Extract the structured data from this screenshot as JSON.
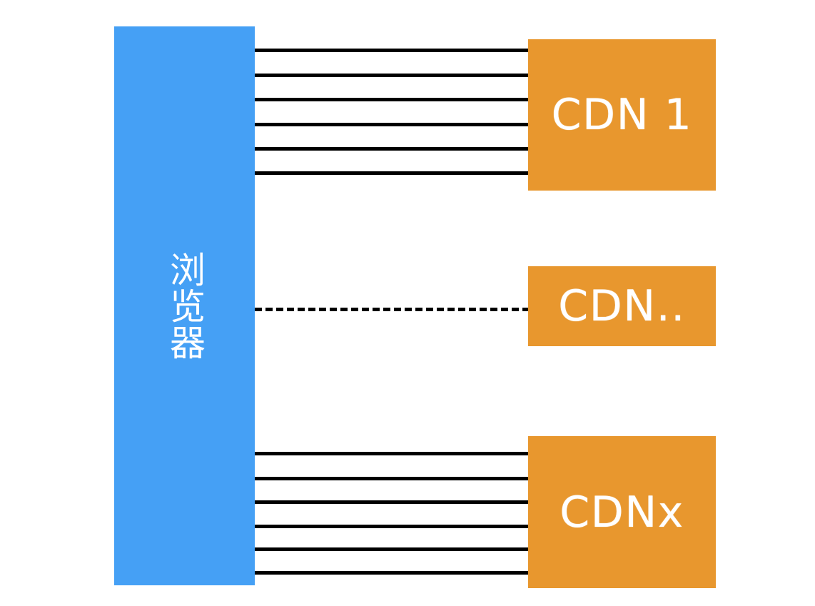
{
  "diagram": {
    "title": "Browser to multiple CDN connections",
    "background_color": "#ffffff",
    "browser": {
      "label": "浏览器",
      "color": "#45a0f5",
      "text_color": "#ffffff"
    },
    "cdn_nodes": [
      {
        "label": "CDN 1",
        "color": "#e8972e",
        "text_color": "#ffffff"
      },
      {
        "label": "CDN..",
        "color": "#e8972e",
        "text_color": "#ffffff"
      },
      {
        "label": "CDNx",
        "color": "#e8972e",
        "text_color": "#ffffff"
      }
    ],
    "connections": {
      "line_color": "#000000",
      "groups": [
        {
          "target": "CDN 1",
          "style": "solid",
          "count": 6,
          "y": [
            68,
            103,
            137,
            172,
            206,
            240
          ]
        },
        {
          "target": "CDN..",
          "style": "dashed",
          "count": 1,
          "y": [
            431
          ]
        },
        {
          "target": "CDNx",
          "style": "solid",
          "count": 6,
          "y": [
            633,
            668,
            701,
            735,
            767,
            800
          ]
        }
      ]
    }
  }
}
